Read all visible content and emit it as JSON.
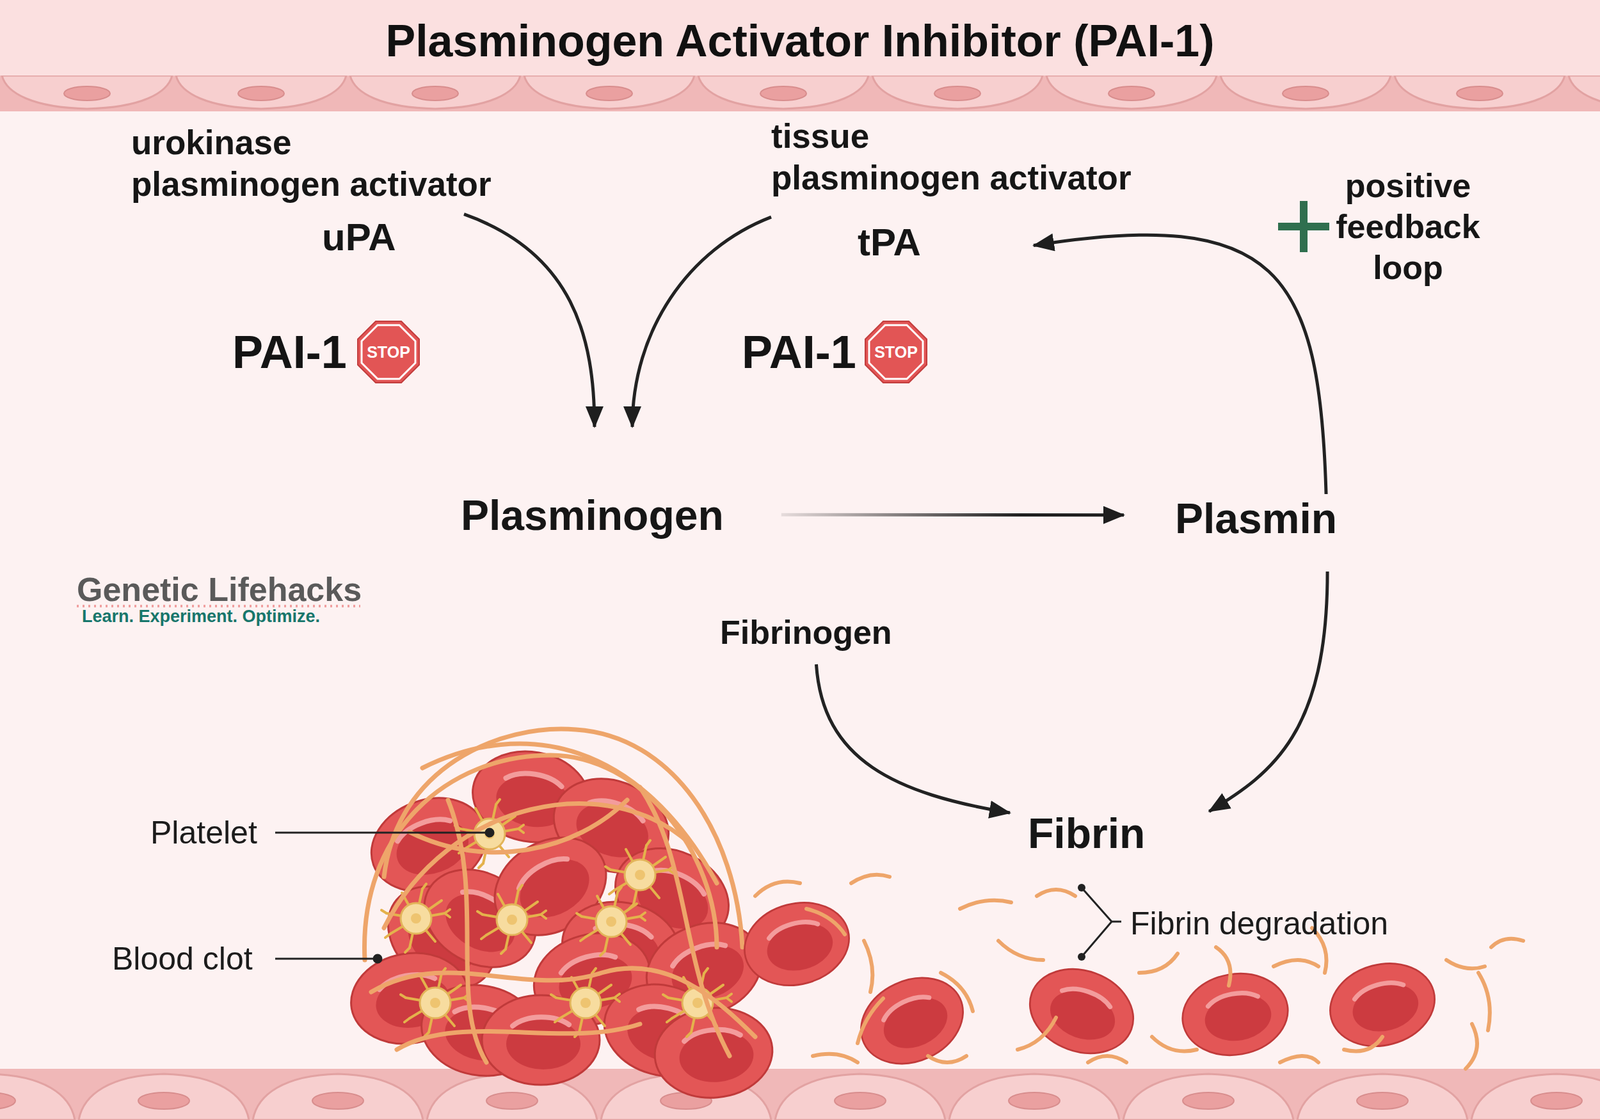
{
  "diagram": {
    "title": "Plasminogen Activator Inhibitor (PAI-1)",
    "nodes": [
      {
        "text": [
          "urokinase plasminogen activator",
          "uPA"
        ]
      },
      {
        "text": [
          "tissue plasminogen activator",
          "tPA"
        ]
      },
      {
        "text": [
          "Plasminogen"
        ]
      },
      {
        "text": [
          "Plasmin"
        ]
      },
      {
        "text": [
          "Fibrinogen"
        ]
      },
      {
        "text": [
          "Fibrin"
        ]
      }
    ],
    "edges": [
      {
        "from": 0,
        "to": 2,
        "arrow": "to"
      },
      {
        "from": 1,
        "to": 2,
        "arrow": "to"
      },
      {
        "from": 2,
        "to": 3,
        "arrow": "to"
      },
      {
        "from": 3,
        "to": 1,
        "arrow": "to",
        "label": "positive feedback loop"
      },
      {
        "from": 4,
        "to": 5,
        "arrow": "to"
      },
      {
        "from": 3,
        "to": 5,
        "arrow": "to"
      }
    ],
    "labels": [
      "PAI-1",
      "STOP",
      "PAI-1",
      "STOP",
      "Genetic Lifehacks",
      "Learn. Experiment. Optimize.",
      "Platelet",
      "Blood clot",
      "Fibrin degradation"
    ]
  }
}
